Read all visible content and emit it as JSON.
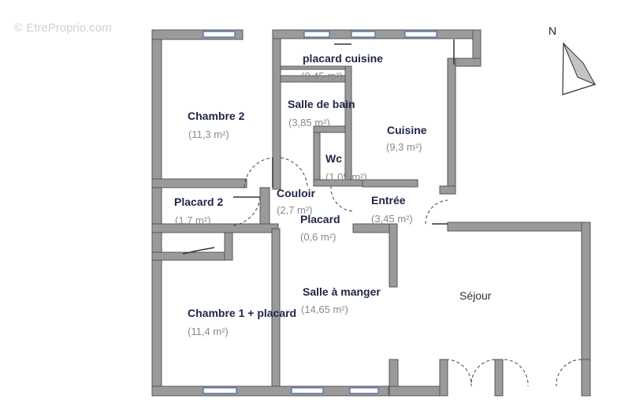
{
  "watermark": "© EtreProprio.com",
  "compass": {
    "label": "N"
  },
  "rooms": [
    {
      "id": "placard-cuisine",
      "name": "placard cuisine",
      "area": "(0,45 m²)"
    },
    {
      "id": "salle-de-bain",
      "name": "Salle de bain",
      "area": "(3,85 m²)"
    },
    {
      "id": "chambre-2",
      "name": "Chambre 2",
      "area": "(11,3 m²)"
    },
    {
      "id": "cuisine",
      "name": "Cuisine",
      "area": "(9,3 m²)"
    },
    {
      "id": "wc",
      "name": "Wc",
      "area": "(1,05 m²)"
    },
    {
      "id": "placard-2",
      "name": "Placard 2",
      "area": "(1,7 m²)"
    },
    {
      "id": "couloir",
      "name": "Couloir",
      "area": "(2,7 m²)"
    },
    {
      "id": "entree",
      "name": "Entrée",
      "area": "(3,45 m²)"
    },
    {
      "id": "placard",
      "name": "Placard",
      "area": "(0,6 m²)"
    },
    {
      "id": "salle-a-manger",
      "name": "Salle à manger",
      "area": "(14,65 m²)"
    },
    {
      "id": "chambre-1",
      "name": "Chambre 1 + placard",
      "area": "(11,4 m²)"
    },
    {
      "id": "sejour",
      "name": "Séjour",
      "area": ""
    }
  ]
}
